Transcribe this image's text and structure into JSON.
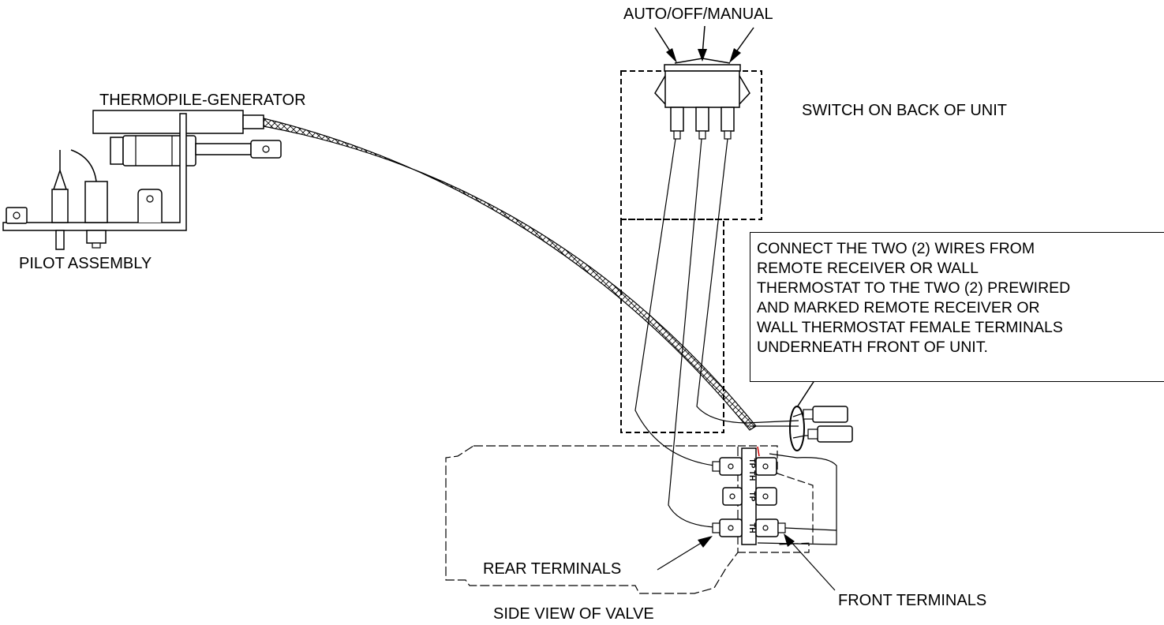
{
  "labels": {
    "switch_positions": "AUTO/OFF/MANUAL",
    "switch_location": "SWITCH ON BACK OF UNIT",
    "thermopile": "THERMOPILE-GENERATOR",
    "pilot_assembly": "PILOT ASSEMBLY",
    "rear_terminals": "REAR TERMINALS",
    "front_terminals": "FRONT TERMINALS",
    "valve_view": "SIDE VIEW OF VALVE"
  },
  "terminal_marks": {
    "tp_th": "TP TH",
    "tp": "TP",
    "th": "TH"
  },
  "note": {
    "lines": [
      "CONNECT THE TWO (2)  WIRES FROM",
      "REMOTE RECEIVER OR WALL",
      "THERMOSTAT TO THE TWO (2) PREWIRED",
      "AND MARKED REMOTE RECEIVER OR",
      "WALL THERMOSTAT FEMALE TERMINALS",
      "UNDERNEATH FRONT OF UNIT."
    ]
  },
  "colors": {
    "line": "#000000",
    "background": "#ffffff",
    "accent_mark": "#cc0000"
  }
}
